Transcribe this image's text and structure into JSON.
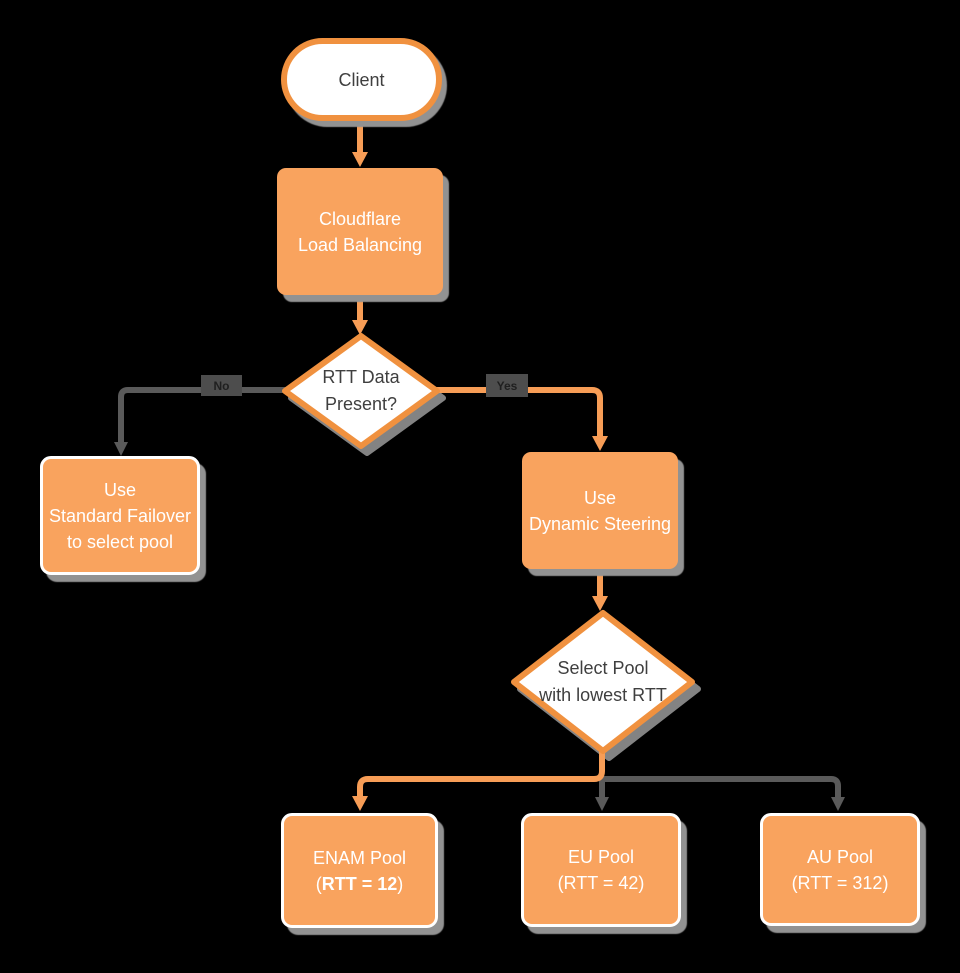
{
  "colors": {
    "background": "#000000",
    "node_fill": "#F9A35E",
    "node_border": "#F0913F",
    "orange_line": "#F79D56",
    "gray_line": "#5A5A5A",
    "shadow": "#929292",
    "white": "#FFFFFF",
    "dark_text": "#3F3F3F",
    "edge_label_bg": "#4D4D4D",
    "edge_label_text": "#1F1F1F"
  },
  "nodes": {
    "client": {
      "lines": [
        "Client"
      ]
    },
    "load_balancer": {
      "lines": [
        "Cloudflare",
        "Load Balancing"
      ]
    },
    "rtt_decision": {
      "lines": [
        "RTT Data",
        "Present?"
      ]
    },
    "standard_failover": {
      "lines": [
        "Use",
        "Standard Failover",
        "to select pool"
      ]
    },
    "dynamic_steering": {
      "lines": [
        "Use",
        "Dynamic Steering"
      ]
    },
    "select_pool_decision": {
      "lines": [
        "Select Pool",
        "with lowest RTT"
      ]
    },
    "enam_pool": {
      "line1": "ENAM Pool",
      "rtt_prefix": "(",
      "rtt_bold": "RTT = 12",
      "rtt_suffix": ")"
    },
    "eu_pool": {
      "lines": [
        "EU Pool",
        "(RTT = 42)"
      ]
    },
    "au_pool": {
      "lines": [
        "AU Pool",
        "(RTT = 312)"
      ]
    }
  },
  "edge_labels": {
    "no": "No",
    "yes": "Yes"
  }
}
